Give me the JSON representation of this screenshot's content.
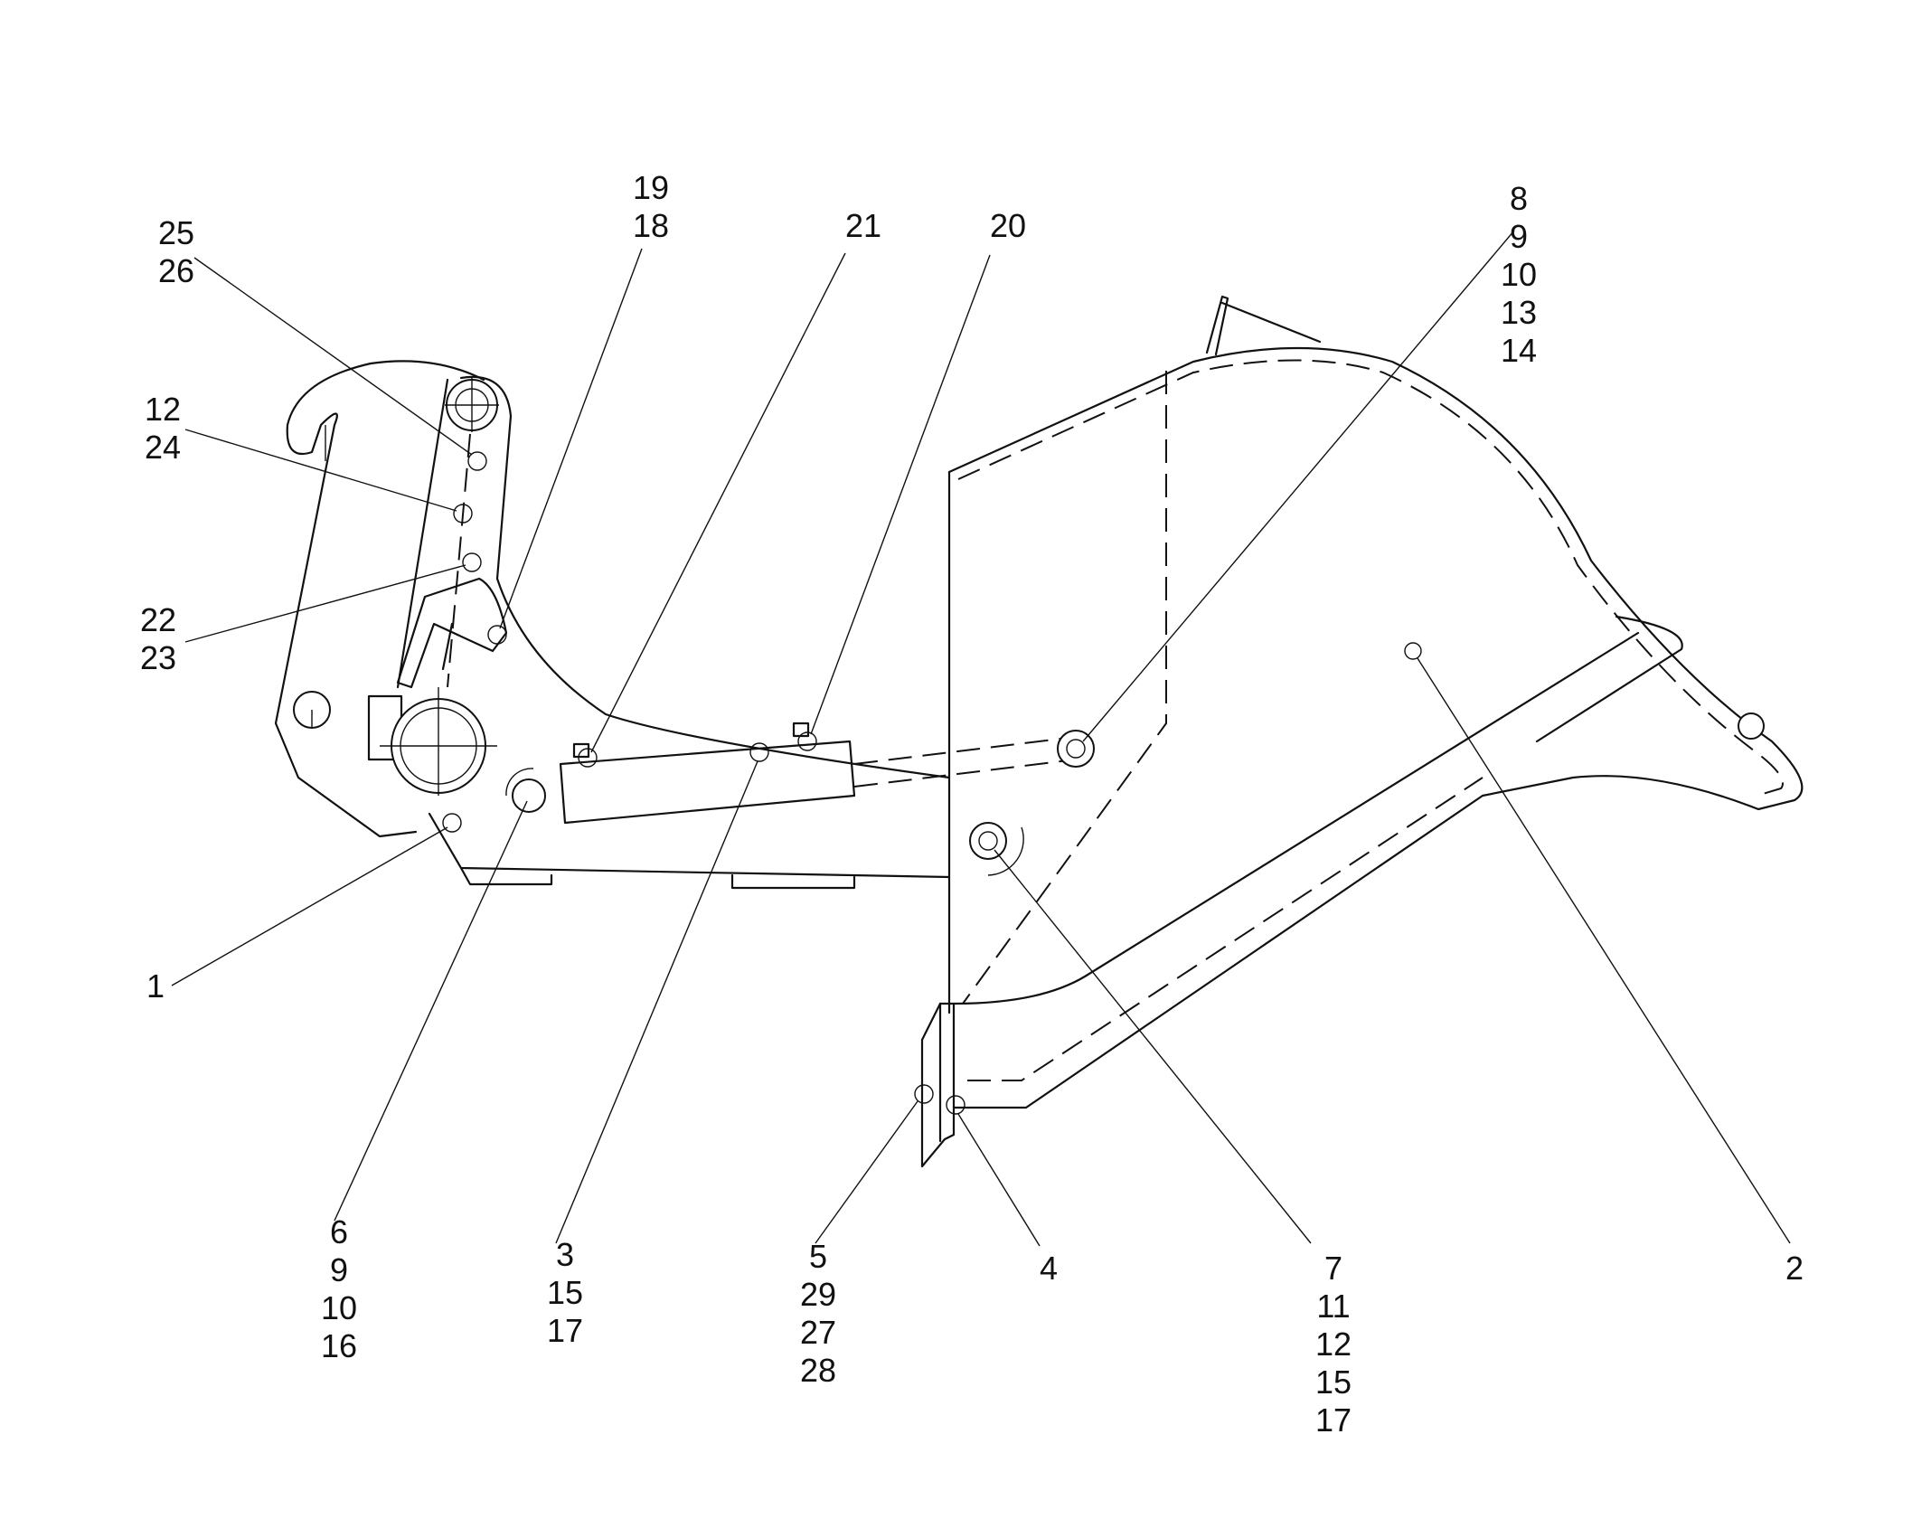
{
  "callouts": [
    {
      "id": "c1",
      "lines": [
        "1"
      ]
    },
    {
      "id": "c2",
      "lines": [
        "2"
      ]
    },
    {
      "id": "c3",
      "lines": [
        "3",
        "15",
        "17"
      ]
    },
    {
      "id": "c4",
      "lines": [
        "4"
      ]
    },
    {
      "id": "c5",
      "lines": [
        "5",
        "29",
        "27",
        "28"
      ]
    },
    {
      "id": "c6",
      "lines": [
        "6",
        "9",
        "10",
        "16"
      ]
    },
    {
      "id": "c7",
      "lines": [
        "7",
        "11",
        "12",
        "15",
        "17"
      ]
    },
    {
      "id": "c8",
      "lines": [
        "8",
        "9",
        "10",
        "13",
        "14"
      ]
    },
    {
      "id": "c1918",
      "lines": [
        "19",
        "18"
      ]
    },
    {
      "id": "c20",
      "lines": [
        "20"
      ]
    },
    {
      "id": "c21",
      "lines": [
        "21"
      ]
    },
    {
      "id": "c2223",
      "lines": [
        "22",
        "23"
      ]
    },
    {
      "id": "c1224",
      "lines": [
        "12",
        "24"
      ]
    },
    {
      "id": "c2526",
      "lines": [
        "25",
        "26"
      ]
    }
  ]
}
